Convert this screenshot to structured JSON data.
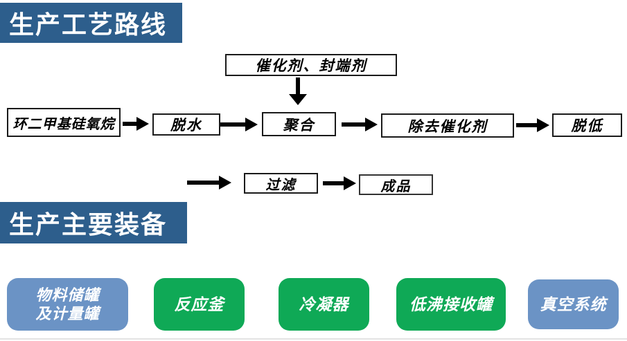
{
  "sections": {
    "process": {
      "title": "生产工艺路线",
      "bg": "#2d5e8c",
      "text_color": "#ffffff"
    },
    "equipment": {
      "title": "生产主要装备",
      "bg": "#2d5e8c",
      "text_color": "#ffffff"
    }
  },
  "flow": {
    "catalyst": "催化剂、封端剂",
    "step1": "环二甲基硅氧烷",
    "step2": "脱水",
    "step3": "聚合",
    "step4": "除去催化剂",
    "step5": "脱低",
    "step6": "过滤",
    "step7": "成品"
  },
  "equipment": {
    "items": [
      {
        "label": "物料储罐\n及计量罐",
        "color": "#6b93c5"
      },
      {
        "label": "反应釜",
        "color": "#0fa956"
      },
      {
        "label": "冷凝器",
        "color": "#0fa956"
      },
      {
        "label": "低沸接收罐",
        "color": "#0fa956"
      },
      {
        "label": "真空系统",
        "color": "#6b93c5"
      }
    ]
  },
  "icons": {
    "arrow_color": "#000000"
  }
}
